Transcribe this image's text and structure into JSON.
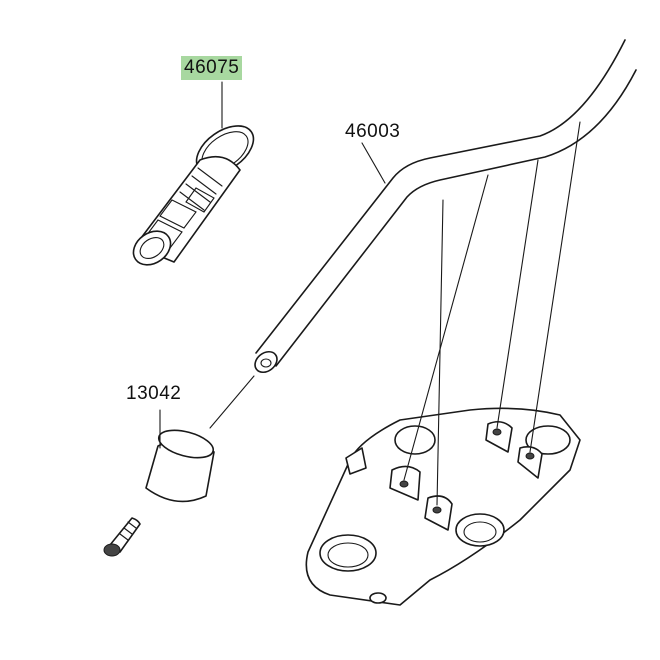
{
  "diagram": {
    "parts": [
      {
        "id": "grip",
        "number": "46075",
        "highlighted": true
      },
      {
        "id": "handlebar",
        "number": "46003",
        "highlighted": false
      },
      {
        "id": "bar-end-weight",
        "number": "13042",
        "highlighted": false
      }
    ],
    "colors": {
      "highlight": "#a8d8a0",
      "line": "#1a1a1a",
      "background": "#ffffff"
    }
  }
}
